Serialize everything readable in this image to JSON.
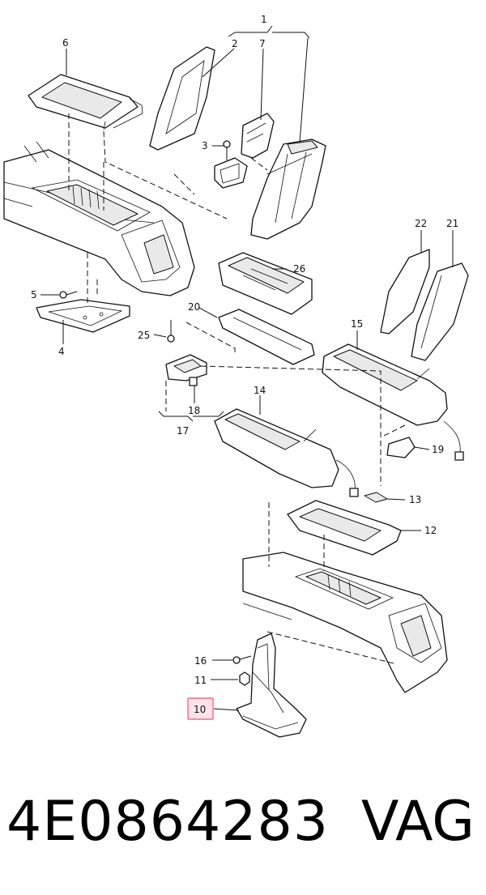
{
  "diagram": {
    "callouts": {
      "c1": "1",
      "c2": "2",
      "c3": "3",
      "c4": "4",
      "c5": "5",
      "c6": "6",
      "c7": "7",
      "c10": "10",
      "c11": "11",
      "c12": "12",
      "c13": "13",
      "c14": "14",
      "c15": "15",
      "c16": "16",
      "c17": "17",
      "c18": "18",
      "c19": "19",
      "c20": "20",
      "c21": "21",
      "c22": "22",
      "c25": "25",
      "c26": "26"
    },
    "highlighted_callout": "10",
    "highlight_color": "#fde3e8"
  },
  "footer": {
    "part_number": "4E0864283",
    "brand": "VAG"
  }
}
